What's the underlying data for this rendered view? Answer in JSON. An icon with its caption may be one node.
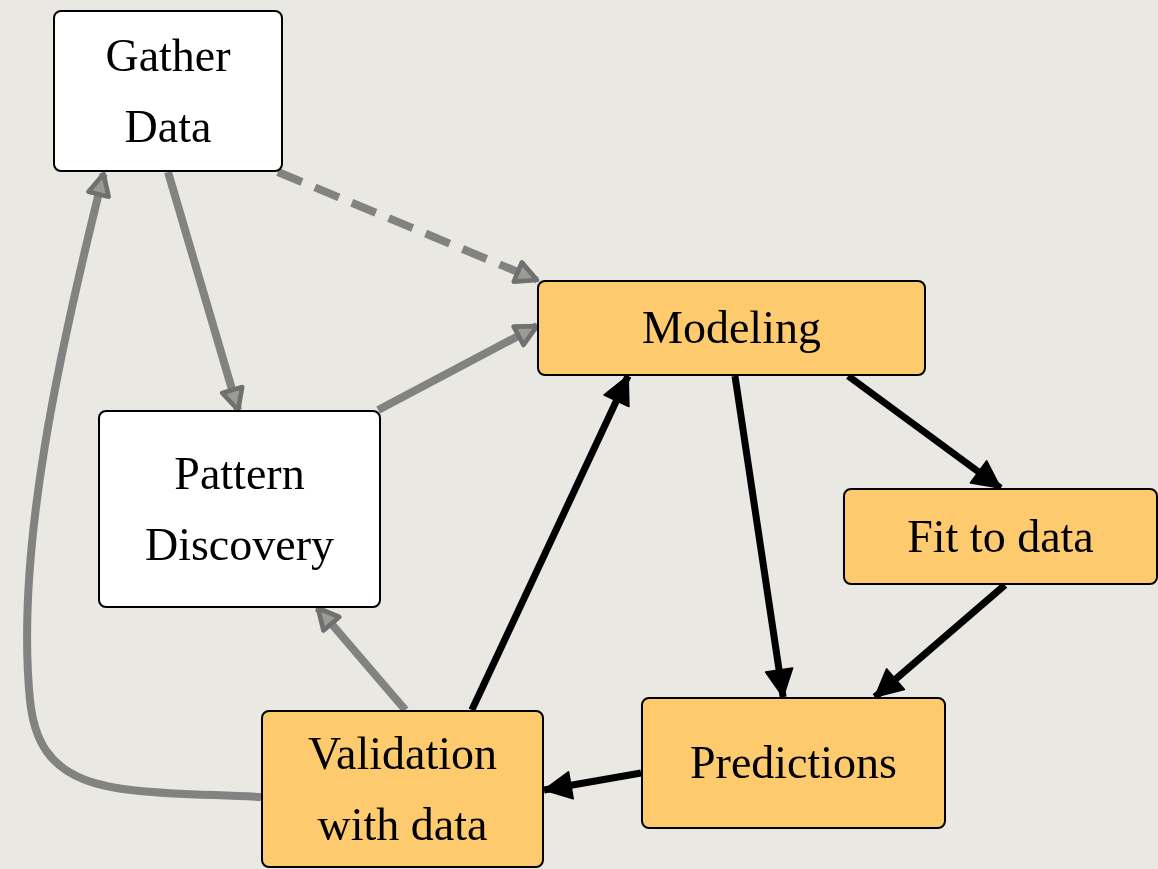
{
  "diagram": {
    "nodes": [
      {
        "text": [
          "Gather Data"
        ]
      },
      {
        "text": [
          "Modeling"
        ]
      },
      {
        "text": [
          "Pattern Discovery"
        ]
      },
      {
        "text": [
          "Fit to data"
        ]
      },
      {
        "text": [
          "Validation with data"
        ]
      },
      {
        "text": [
          "Predictions"
        ]
      }
    ],
    "edges": [
      {
        "from": 0,
        "to": 1,
        "arrow": "to",
        "style": "dashed",
        "color": "#707070"
      },
      {
        "from": 0,
        "to": 2,
        "arrow": "to",
        "color": "#707070"
      },
      {
        "from": 2,
        "to": 1,
        "arrow": "to",
        "color": "#707070"
      },
      {
        "from": 4,
        "to": 2,
        "arrow": "to",
        "color": "#707070"
      },
      {
        "from": 4,
        "to": 0,
        "arrow": "to",
        "color": "#707070"
      },
      {
        "from": 4,
        "to": 1,
        "arrow": "to",
        "color": "#000000"
      },
      {
        "from": 1,
        "to": 5,
        "arrow": "to",
        "color": "#000000"
      },
      {
        "from": 1,
        "to": 3,
        "arrow": "to",
        "color": "#000000"
      },
      {
        "from": 3,
        "to": 5,
        "arrow": "to",
        "color": "#000000"
      },
      {
        "from": 5,
        "to": 4,
        "arrow": "to",
        "color": "#000000"
      }
    ]
  }
}
